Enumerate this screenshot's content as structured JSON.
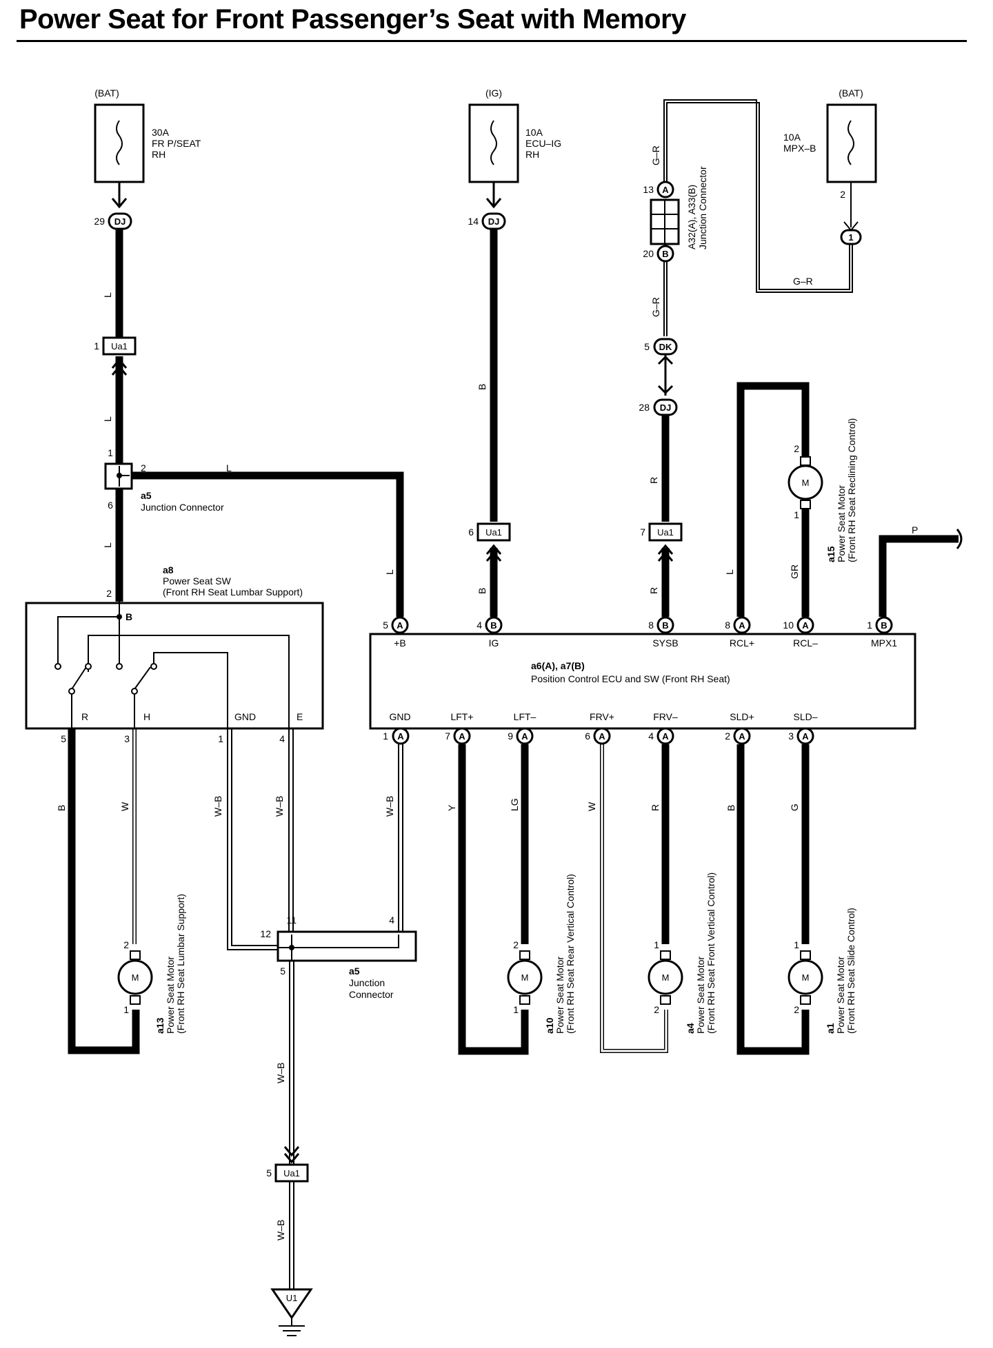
{
  "title": "Power Seat for Front Passenger’s Seat with Memory",
  "fuses": [
    {
      "source": "(BAT)",
      "amp": "30A",
      "line1": "FR P/SEAT",
      "line2": "RH"
    },
    {
      "source": "(IG)",
      "amp": "10A",
      "line1": "ECU–IG",
      "line2": "RH"
    },
    {
      "source": "(BAT)",
      "amp": "10A",
      "line1": "MPX–B",
      "line2": ""
    }
  ],
  "connectors": {
    "dj": "DJ",
    "dk": "DK",
    "ua1": "Ua1",
    "u1": "U1",
    "a": "A",
    "b": "B",
    "one": "1"
  },
  "pins": {
    "p29": "29",
    "p14": "14",
    "p13": "13",
    "p20": "20",
    "p2": "2",
    "p1": "1",
    "p5": "5",
    "p28": "28",
    "p6": "6",
    "p7": "7",
    "p8": "8",
    "p10": "10",
    "p4": "4",
    "p3": "3",
    "p9": "9",
    "p11": "11",
    "p12": "12"
  },
  "wires": {
    "L": "L",
    "B": "B",
    "R": "R",
    "GR": "GR",
    "P": "P",
    "W": "W",
    "WB": "W–B",
    "GR_dash": "G–R",
    "Y": "Y",
    "LG": "LG",
    "G": "G"
  },
  "junction_a5": {
    "code": "a5",
    "name": "Junction Connector",
    "name_l1": "Junction",
    "name_l2": "Connector"
  },
  "junction_a32": {
    "code": "A32(A), A33(B)",
    "name": "Junction Connector"
  },
  "switch_a8": {
    "code": "a8",
    "name": "Power Seat SW",
    "sub": "(Front RH Seat Lumbar Support)",
    "terms": {
      "B": "B",
      "R": "R",
      "H": "H",
      "GND": "GND",
      "E": "E"
    }
  },
  "ecu": {
    "code": "a6(A), a7(B)",
    "name": "Position Control ECU and SW (Front RH Seat)",
    "top_terms": [
      "+B",
      "IG",
      "SYSB",
      "RCL+",
      "RCL–",
      "MPX1"
    ],
    "bottom_terms": [
      "GND",
      "LFT+",
      "LFT–",
      "FRV+",
      "FRV–",
      "SLD+",
      "SLD–"
    ]
  },
  "motors": {
    "motor_letter": "M",
    "a13": {
      "code": "a13",
      "name": "Power Seat Motor",
      "sub": "(Front RH Seat Lumbar Support)"
    },
    "a10": {
      "code": "a10",
      "name": "Power Seat Motor",
      "sub": "(Front RH Seat Rear Vertical Control)"
    },
    "a4": {
      "code": "a4",
      "name": "Power Seat Motor",
      "sub": "(Front RH Seat Front Vertical Control)"
    },
    "a1": {
      "code": "a1",
      "name": "Power Seat Motor",
      "sub": "(Front RH Seat Slide Control)"
    },
    "a15": {
      "code": "a15",
      "name": "Power Seat Motor",
      "sub": "(Front RH Seat Reclining Control)"
    }
  }
}
